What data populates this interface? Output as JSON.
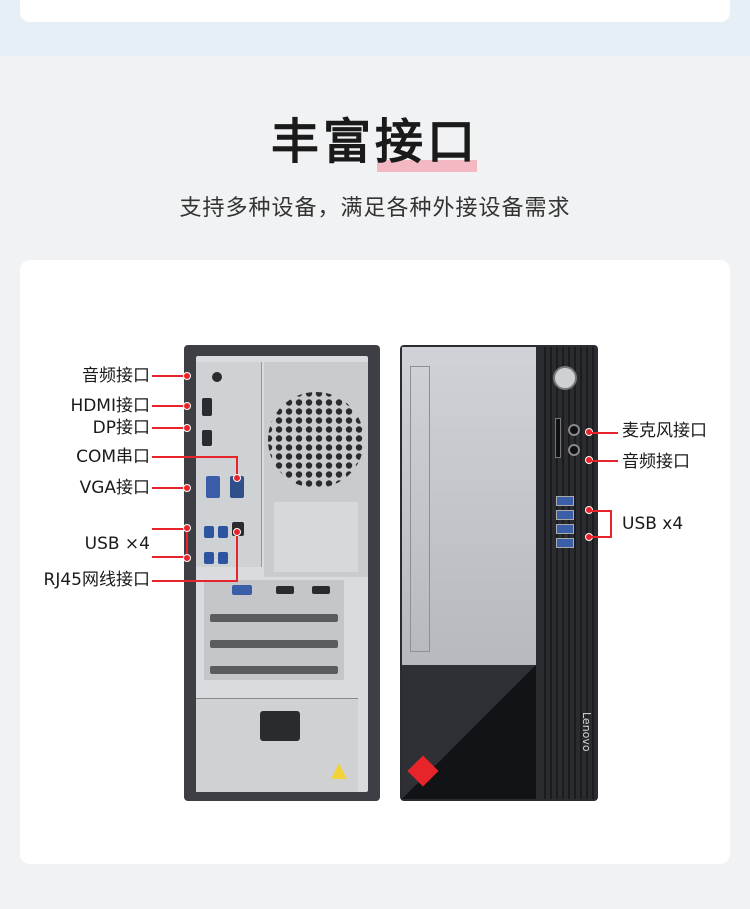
{
  "header": {
    "title": "丰富接口",
    "subtitle": "支持多种设备，满足各种外接设备需求"
  },
  "back_labels": {
    "audio": "音频接口",
    "hdmi": "HDMI接口",
    "dp": "DP接口",
    "com": "COM串口",
    "vga": "VGA接口",
    "usb": "USB ×4",
    "rj45": "RJ45网线接口"
  },
  "front_labels": {
    "mic": "麦克风接口",
    "audio": "音频接口",
    "usb": "USB x4"
  },
  "product": {
    "brand": "Lenovo"
  },
  "colors": {
    "accent": "#e8242b",
    "title_underline": "#f3b8c2",
    "top_band": "#e5eff5"
  }
}
